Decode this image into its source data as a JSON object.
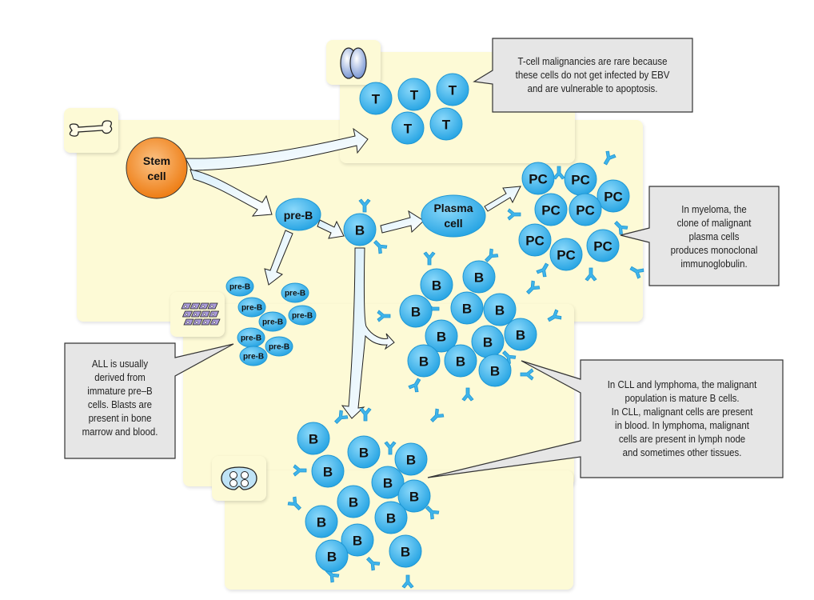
{
  "panels": [
    {
      "name": "bone-marrow-panel",
      "icon": "bone-icon"
    },
    {
      "name": "thymus-panel",
      "icon": "thymus-icon"
    },
    {
      "name": "blood-panel",
      "icon": "blood-cells-icon"
    },
    {
      "name": "lymph-node-panel",
      "icon": "lymph-node-icon"
    }
  ],
  "cells": {
    "stem": "Stem\ncell",
    "stem_line1": "Stem",
    "stem_line2": "cell",
    "pre_b": "pre-B",
    "b": "B",
    "plasma_line1": "Plasma",
    "plasma_line2": "cell",
    "t": "T",
    "pc": "PC"
  },
  "colors": {
    "cell_blue": "#3fb4ea",
    "stem_orange": "#f08a24",
    "panel_bg": "#fdfad6",
    "callout_bg": "#e6e6e6",
    "arrow_fill": "#e4f4fc"
  },
  "callouts": {
    "t_cell": "T-cell malignancies are rare because\nthese cells do not get infected by EBV\nand are vulnerable to apoptosis.",
    "myeloma": "In myeloma, the\nclone of malignant\nplasma cells\nproduces monoclonal\nimmunoglobulin.",
    "all": "ALL is usually\nderived from\nimmature pre–B\ncells. Blasts are\npresent in bone\nmarrow and blood.",
    "cll": "In CLL and lymphoma, the malignant\npopulation is mature B cells.\nIn CLL, malignant cells are present\nin blood. In lymphoma, malignant\ncells are present in lymph node\nand sometimes other tissues."
  }
}
